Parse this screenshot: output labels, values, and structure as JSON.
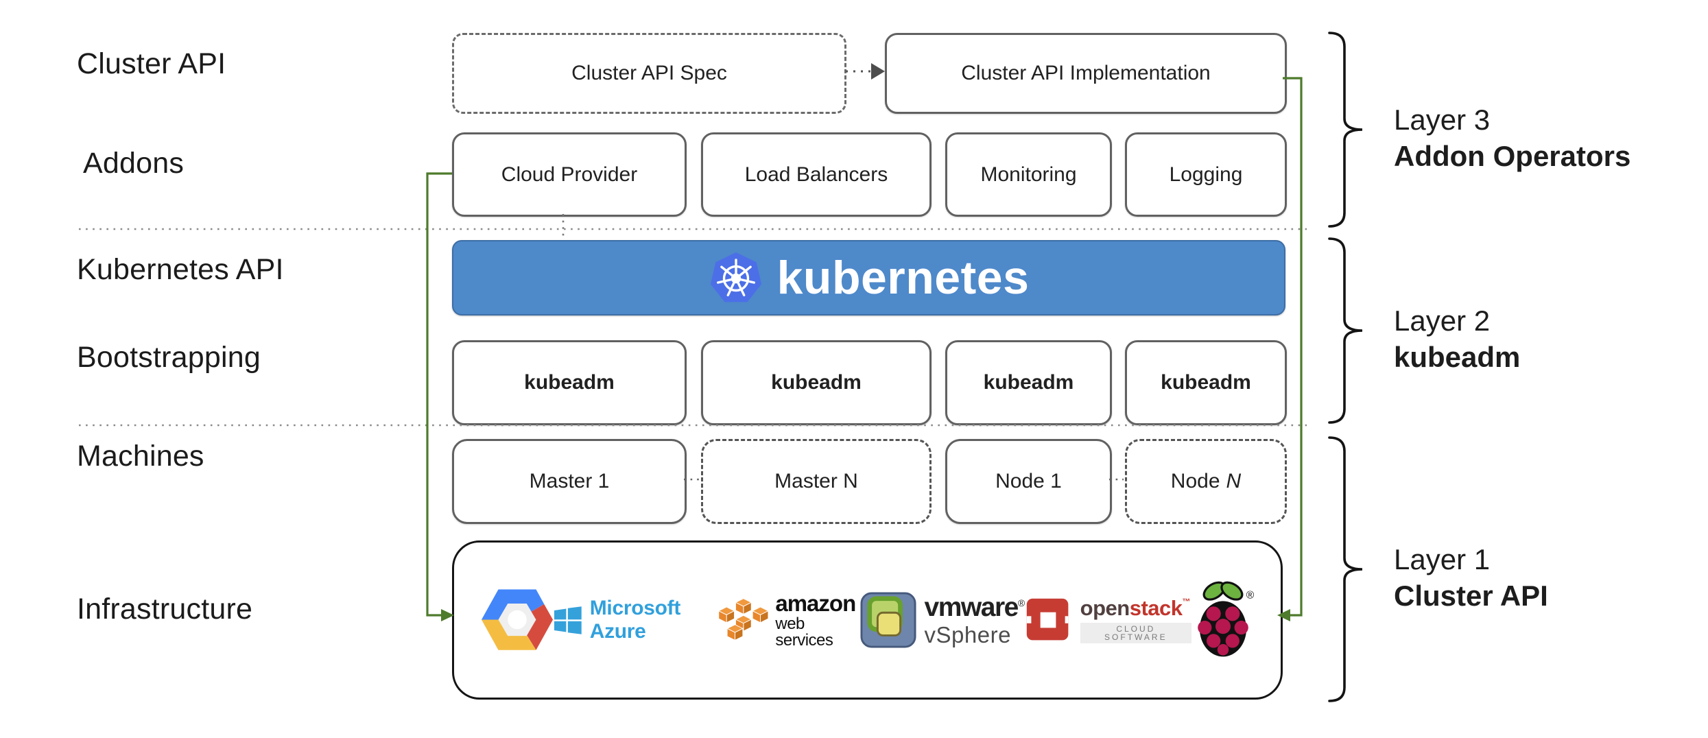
{
  "left_labels": {
    "cluster_api": "Cluster API",
    "addons": "Addons",
    "kubernetes_api": "Kubernetes API",
    "bootstrapping": "Bootstrapping",
    "machines": "Machines",
    "infrastructure": "Infrastructure"
  },
  "cluster_api_row": {
    "spec_label": "Cluster API Spec",
    "impl_label": "Cluster API Implementation"
  },
  "addons_row": {
    "items": [
      {
        "label": "Cloud Provider"
      },
      {
        "label": "Load Balancers"
      },
      {
        "label": "Monitoring"
      },
      {
        "label": "Logging"
      }
    ]
  },
  "kubernetes_banner": {
    "label": "kubernetes",
    "logo": "kubernetes-helm-icon"
  },
  "bootstrapping_row": {
    "items": [
      {
        "label": "kubeadm"
      },
      {
        "label": "kubeadm"
      },
      {
        "label": "kubeadm"
      },
      {
        "label": "kubeadm"
      }
    ]
  },
  "machines_row": {
    "items": [
      {
        "label": "Master 1",
        "border": "solid"
      },
      {
        "label": "Master N",
        "border": "dashed"
      },
      {
        "label": "Node 1",
        "border": "solid"
      },
      {
        "label": "Node",
        "italic_suffix": "N",
        "border": "dashed"
      }
    ]
  },
  "infrastructure_box": {
    "logos": [
      {
        "name": "google-cloud-icon"
      },
      {
        "name": "azure-icon",
        "text": "Microsoft Azure"
      },
      {
        "name": "aws-icon",
        "line1": "amazon",
        "line2": "web services"
      },
      {
        "name": "vmware-icon",
        "line1": "vmware",
        "reg": "®",
        "line2": "vSphere"
      },
      {
        "name": "openstack-icon",
        "open": "open",
        "stack": "stack",
        "tm": "™",
        "subtext": "CLOUD SOFTWARE"
      },
      {
        "name": "raspberry-pi-icon",
        "reg": "®"
      }
    ]
  },
  "layers": [
    {
      "line1": "Layer 3",
      "line2": "Addon Operators"
    },
    {
      "line1": "Layer 2",
      "line2": "kubeadm"
    },
    {
      "line1": "Layer 1",
      "line2": "Cluster API"
    }
  ],
  "colors": {
    "banner_blue": "#4e89ca",
    "helm_blue": "#4c6fe7",
    "connector_green": "#4e7b2c",
    "box_border_gray": "#616161",
    "brace_black": "#141414",
    "openstack_red": "#c63c33",
    "aws_orange": "#e8862c",
    "azure_blue": "#35a1db",
    "raspberry_crimson": "#b5174e",
    "leaf_green": "#6cb33f"
  }
}
